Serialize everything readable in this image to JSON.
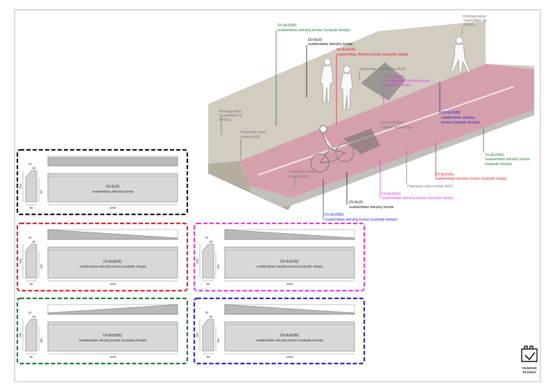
{
  "colors": {
    "black": "#111111",
    "red": "#e0212b",
    "magenta": "#e23be0",
    "green": "#1f7a34",
    "blue": "#2a23c8",
    "grey": "#7a7a7a",
    "bike_lane": "#d7a2ad",
    "pavement": "#cfc8bd",
    "curb": "#c9c9c9"
  },
  "panels": [
    {
      "key": "black",
      "code": "DV-8x20",
      "desc": "nusklembtas dviračių bortas",
      "dims": {
        "top_w": "20",
        "top_w2": "60",
        "height": "200",
        "side_h": "60",
        "base_w": "80",
        "length": "1000"
      }
    },
    {
      "key": "red",
      "code": "DV-8x20/A1",
      "desc": "nusklembtas dviračių bortas (nuolydis viduje)",
      "dims": {
        "top_w": "20",
        "top_w2": "60",
        "height": "200",
        "side_h": "140",
        "base_w": "80",
        "length": "1000"
      }
    },
    {
      "key": "magenta",
      "code": "DV-8x20/A2",
      "desc": "nusklembtas dviračių bortas (nuolydis viduje)",
      "dims": {
        "top_w": "20",
        "top_w2": "60",
        "height": "200",
        "side_h": "140",
        "base_w": "80",
        "length": "1000"
      }
    },
    {
      "key": "green",
      "code": "DV-8x20/B1",
      "desc": "nusklembtas dviračių bortas (nuolydis išorėje)",
      "dims": {
        "top_w": "20",
        "top_w2": "60",
        "height": "200",
        "side_h": "150",
        "base_w": "80",
        "length": "1000"
      }
    },
    {
      "key": "blue",
      "code": "DV-8x20/B2",
      "desc": "nusklembtas dviračių bortas (nuolydis išorėje)",
      "dims": {
        "top_w": "20",
        "top_w2": "60",
        "height": "200",
        "side_h": "150",
        "base_w": "80",
        "length": "1000"
      }
    }
  ],
  "callouts": {
    "b1_code": "DV-8x20/B1",
    "b1_desc": "nusklembtas dviračių bortas (nuolydis išorėje)",
    "plain_code": "DV-8x20",
    "plain_desc": "nusklembtas dviračių bortas",
    "a1_code": "DV-8x20/A1",
    "a1_desc": "nusklembtas dviračių bortas (nuolydis viduje)",
    "paprastas_1": "Paprastas vejos bortas 8x20",
    "a2_code": "DV-8x20/A2",
    "a2_desc": "nusklembtas dviračių bortas",
    "a2_desc2": "(nuolydis viduje)",
    "ped_right_1": "Pėsčiųjų takas",
    "ped_right_2": "\"nusileidžia\" iki",
    "ped_right_3": "dviračių",
    "ped_left_1": "Pėsčiųjų takas",
    "ped_left_2": "\"nusileidžia\" iki",
    "ped_left_3": "dviračių",
    "paprastas_left_1": "Paprastas vejos",
    "paprastas_left_2": "bortas 8x20",
    "bike_up_1": "Dviračių takas",
    "bike_up_2": "\"užkyla\" iki pėsčiųjų",
    "b2_top_code": "DV-8x20/B2",
    "b2_top_desc1": "nusklembtas dviračių",
    "b2_top_desc2": "bortas (nuolydis išorėje)",
    "b1_right_code": "DV-8x20/B1",
    "b1_right_desc1": "nusklembtas dviračių bortas",
    "b1_right_desc2": "(nuolydis išorėje)",
    "a1_right_code": "DV-8x20/A1",
    "a1_right_desc": "nusklembtas dviračių bortas (nuolydis viduje)",
    "paprastas_right": "Paprastas vejos bortas 8x20",
    "paprastas_mid_1": "Paprastas vejos",
    "paprastas_mid_2": "bortas 8x20",
    "a2_low_code": "DV-8x20/A2",
    "a2_low_desc": "nusklembtas dviračių bortas (nuolydis viduje)",
    "plain_low_code": "DV-8x20",
    "plain_low_desc": "nusklembtas dviračių bortas",
    "b2_low_code": "DV-8x20/B2",
    "b2_low_desc": "nusklembtas dviračių bortas (nuolydis išorėje)"
  },
  "logo": {
    "line1": "VILNIAUS",
    "line2": "PLANAS"
  }
}
